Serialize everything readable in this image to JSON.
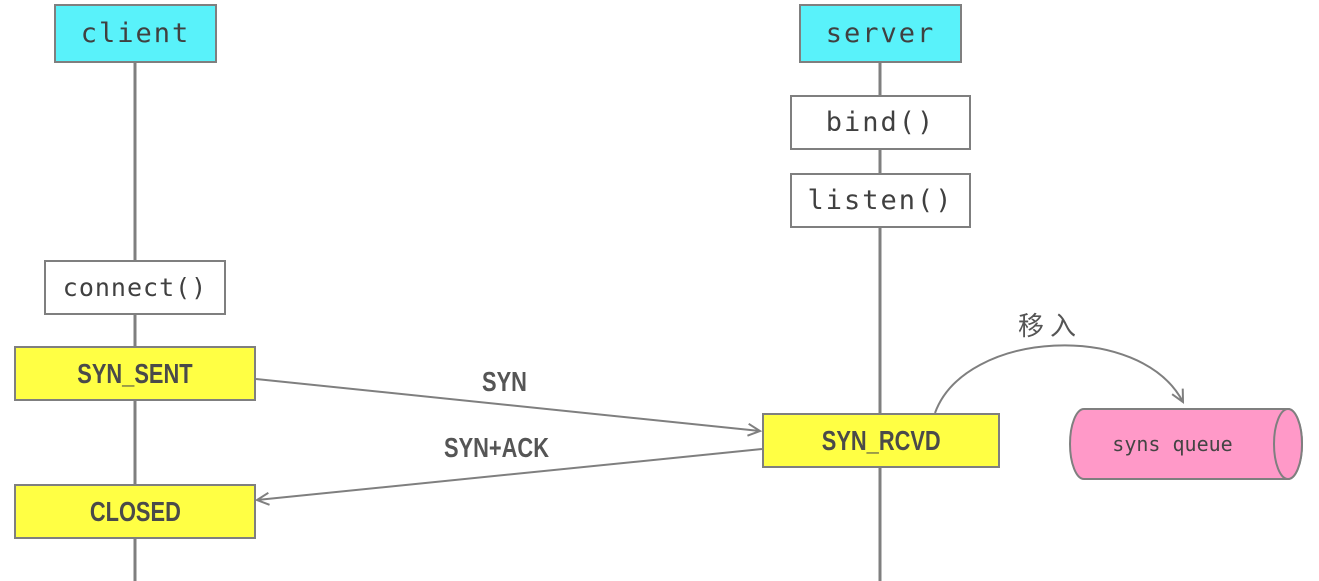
{
  "client": {
    "title": "client",
    "connect": "connect()",
    "syn_sent": "SYN_SENT",
    "closed": "CLOSED"
  },
  "server": {
    "title": "server",
    "bind": "bind()",
    "listen": "listen()",
    "syn_rcvd": "SYN_RCVD"
  },
  "messages": {
    "syn": "SYN",
    "syn_ack": "SYN+ACK",
    "move_in": "移入"
  },
  "queue": {
    "label": "syns queue"
  },
  "colors": {
    "endpoint": "#59f2fa",
    "state": "#ffff44",
    "queue": "#ff99c8",
    "line": "#7f7f7f"
  }
}
